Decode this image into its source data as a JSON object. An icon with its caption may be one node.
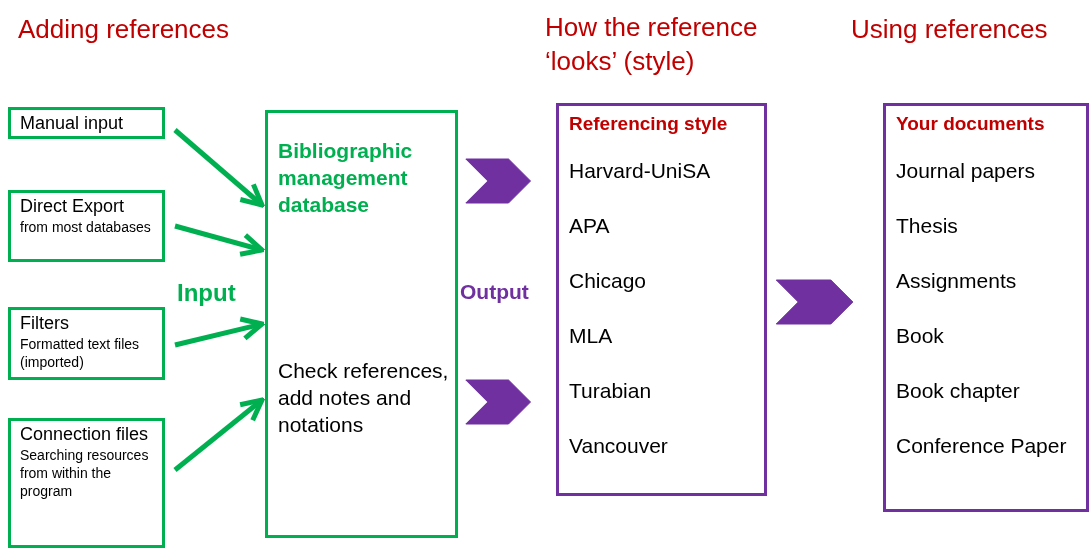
{
  "diagram": {
    "nodes": [
      {
        "text": [
          "Manual input"
        ]
      },
      {
        "text": [
          "Direct Export",
          "from most databases"
        ]
      },
      {
        "text": [
          "Filters",
          "Formatted text files (imported)"
        ]
      },
      {
        "text": [
          "Connection files",
          "Searching resources from within the program"
        ]
      },
      {
        "text": [
          "Bibliographic management database",
          "Check references, add notes and notations"
        ]
      },
      {
        "text": [
          "Referencing style",
          "Harvard-UniSA",
          "APA",
          "Chicago",
          "MLA",
          "Turabian",
          "Vancouver"
        ]
      },
      {
        "text": [
          "Your documents",
          "Journal papers",
          "Thesis",
          "Assignments",
          "Book",
          "Book chapter",
          "Conference Paper"
        ]
      }
    ],
    "edges": [
      {
        "from": 0,
        "to": 4,
        "arrow": "to"
      },
      {
        "from": 1,
        "to": 4,
        "arrow": "to"
      },
      {
        "from": 2,
        "to": 4,
        "arrow": "to"
      },
      {
        "from": 3,
        "to": 4,
        "arrow": "to"
      },
      {
        "from": 4,
        "to": 5,
        "arrow": "to",
        "style": "thick",
        "color": "#7030a0"
      },
      {
        "from": 4,
        "to": 5,
        "arrow": "to",
        "style": "thick",
        "color": "#7030a0"
      },
      {
        "from": 5,
        "to": 6,
        "arrow": "to",
        "style": "thick",
        "color": "#7030a0"
      }
    ],
    "labels": [
      "Adding references",
      "How the reference ‘looks’ (style)",
      "Using references",
      "Input",
      "Output"
    ]
  }
}
